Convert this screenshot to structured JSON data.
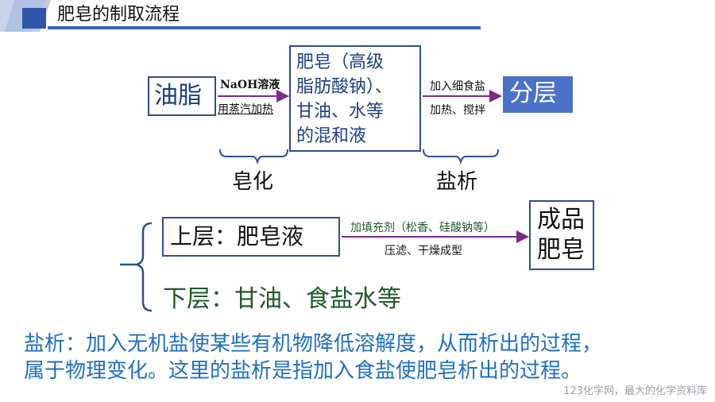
{
  "title": "肥皂的制取流程",
  "step1": {
    "input": "油脂",
    "arrow_top": "NaOH溶液",
    "arrow_bottom": "用蒸汽加热",
    "product_lines": [
      "肥皂（高级",
      "脂肪酸钠）、",
      "甘油、水等",
      "的混和液"
    ],
    "arrow2_top": "加入细食盐",
    "arrow2_bottom": "加热、搅拌",
    "result": "分层",
    "process1": "皂化",
    "process2": "盐析"
  },
  "step2": {
    "upper": "上层：肥皂液",
    "arrow_top": "加填充剂（松香、硅酸钠等）",
    "arrow_bottom": "压滤、干燥成型",
    "product_lines": [
      "成品",
      "肥皂"
    ],
    "lower": "下层：甘油、食盐水等"
  },
  "note_lines": [
    "盐析：加入无机盐使某些有机物降低溶解度，从而析出的过程，",
    "属于物理变化。这里的盐析是指加入食盐使肥皂析出的过程。"
  ],
  "footer": "123化学网，最大的化学资料库",
  "colors": {
    "accent": "#3a5fb0",
    "note": "#1f6fbf",
    "box_border": "#2f4f8f",
    "arrow": "#7b2a8c",
    "result_fill": "#4a72c8"
  }
}
